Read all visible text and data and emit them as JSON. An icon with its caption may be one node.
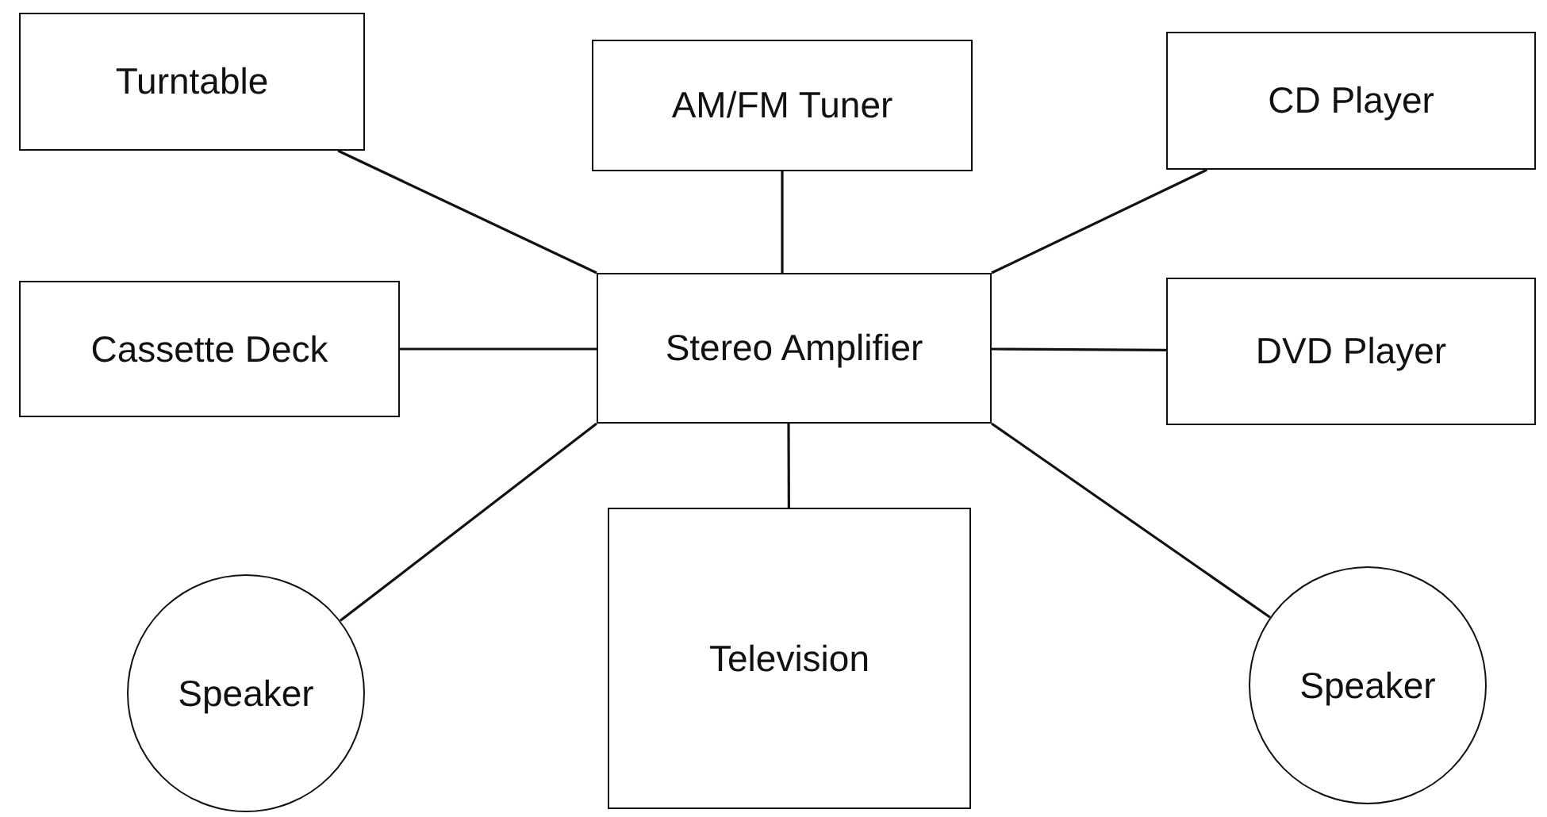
{
  "diagram": {
    "nodes": [
      {
        "text": [
          "Turntable"
        ]
      },
      {
        "text": [
          "AM/FM Tuner"
        ]
      },
      {
        "text": [
          "CD Player"
        ]
      },
      {
        "text": [
          "Cassette Deck"
        ]
      },
      {
        "text": [
          "Stereo Amplifier"
        ]
      },
      {
        "text": [
          "DVD Player"
        ]
      },
      {
        "text": [
          "Speaker"
        ]
      },
      {
        "text": [
          "Television"
        ]
      },
      {
        "text": [
          "Speaker"
        ]
      }
    ],
    "edges": [
      {
        "from": 4,
        "to": 0,
        "arrow": "none"
      },
      {
        "from": 4,
        "to": 1,
        "arrow": "none"
      },
      {
        "from": 4,
        "to": 2,
        "arrow": "none"
      },
      {
        "from": 4,
        "to": 3,
        "arrow": "none"
      },
      {
        "from": 4,
        "to": 5,
        "arrow": "none"
      },
      {
        "from": 4,
        "to": 6,
        "arrow": "none"
      },
      {
        "from": 4,
        "to": 7,
        "arrow": "none"
      },
      {
        "from": 4,
        "to": 8,
        "arrow": "none"
      }
    ]
  }
}
